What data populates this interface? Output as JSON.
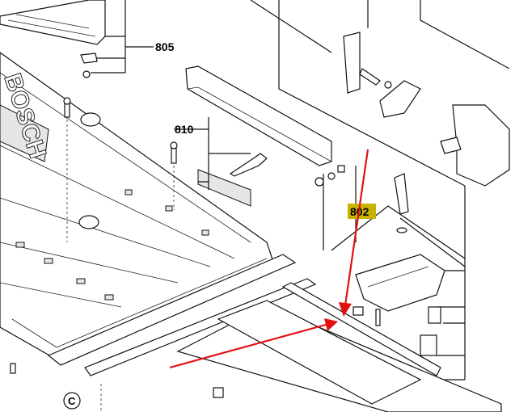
{
  "diagram": {
    "labels": {
      "part_805": "805",
      "part_810": "810",
      "part_802": "802",
      "callout_c": "C"
    },
    "logo_text": "BOSCH",
    "colors": {
      "highlight": "#c8b400",
      "arrow": "#e01010",
      "line": "#111111"
    }
  }
}
